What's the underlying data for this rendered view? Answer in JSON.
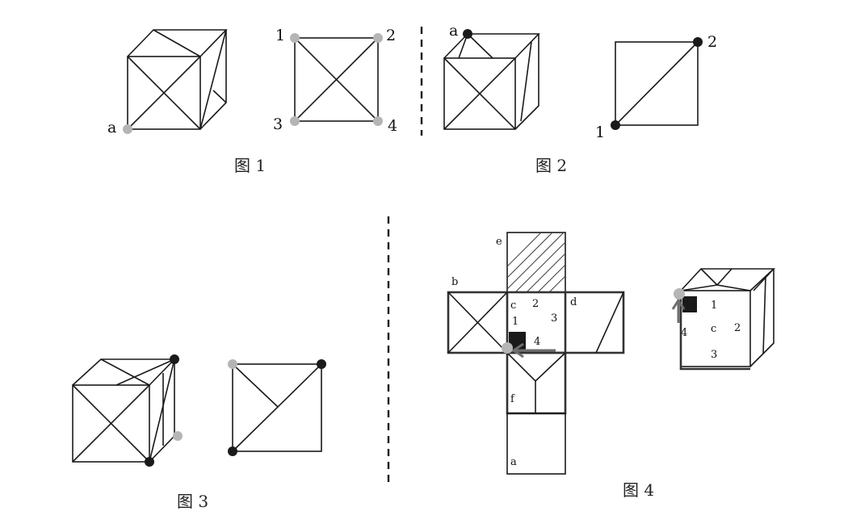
{
  "figure1": {
    "caption": "图 1",
    "cube_vertex_label": "a",
    "square_labels": [
      "1",
      "2",
      "3",
      "4"
    ]
  },
  "figure2": {
    "caption": "图 2",
    "cube_vertex_label": "a",
    "square_labels": [
      "1",
      "2"
    ]
  },
  "figure3": {
    "caption": "图 3"
  },
  "figure4": {
    "caption": "图 4",
    "net_face_labels": [
      "e",
      "b",
      "c",
      "d",
      "f",
      "a"
    ],
    "net_center_numbers": [
      "1",
      "2",
      "3",
      "4"
    ],
    "cube_face_label": "c",
    "cube_numbers": [
      "1",
      "2",
      "3",
      "4"
    ]
  },
  "colors": {
    "line": "#1a1a1a",
    "gray_dot": "#b5b5b5",
    "black_dot": "#1a1a1a",
    "net_outline": "#333333"
  }
}
